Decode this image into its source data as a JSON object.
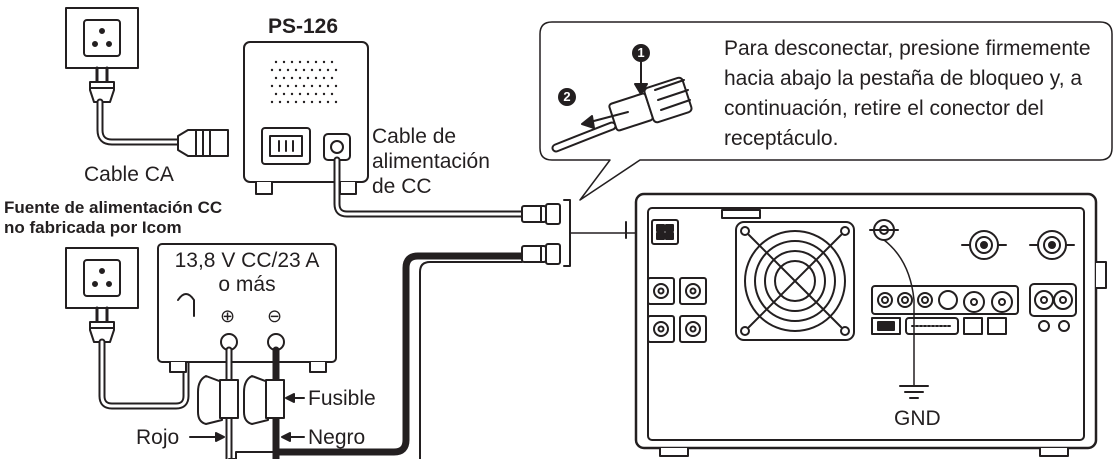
{
  "labels": {
    "ps_model": "PS-126",
    "ac_cable": "Cable CA",
    "dc_cable_line1": "Cable de",
    "dc_cable_line2": "alimentación",
    "dc_cable_line3": "de CC",
    "ext_supply_line1": "Fuente de alimentación CC",
    "ext_supply_line2": "no fabricada por Icom",
    "supply_rating_line1": "13,8 V CC/23 A",
    "supply_rating_line2": "o más",
    "fuse": "Fusible",
    "red": "Rojo",
    "black": "Negro",
    "ground": "GND",
    "plus_sign": "⊕",
    "minus_sign": "⊖",
    "disconnect_note": "Para desconectar, presione firmemente hacia abajo la pestaña de bloqueo y, a continuación, retire el conector del receptáculo.",
    "step1": "1",
    "step2": "2"
  },
  "colors": {
    "line": "#231f20",
    "fill": "#ffffff",
    "panel": "#d9d9d9"
  },
  "icons": [
    "ac-outlet-icon",
    "ac-plug-icon",
    "fan-grille-icon",
    "dc-connector-icon",
    "ground-symbol-icon",
    "fuse-holder-icon"
  ]
}
